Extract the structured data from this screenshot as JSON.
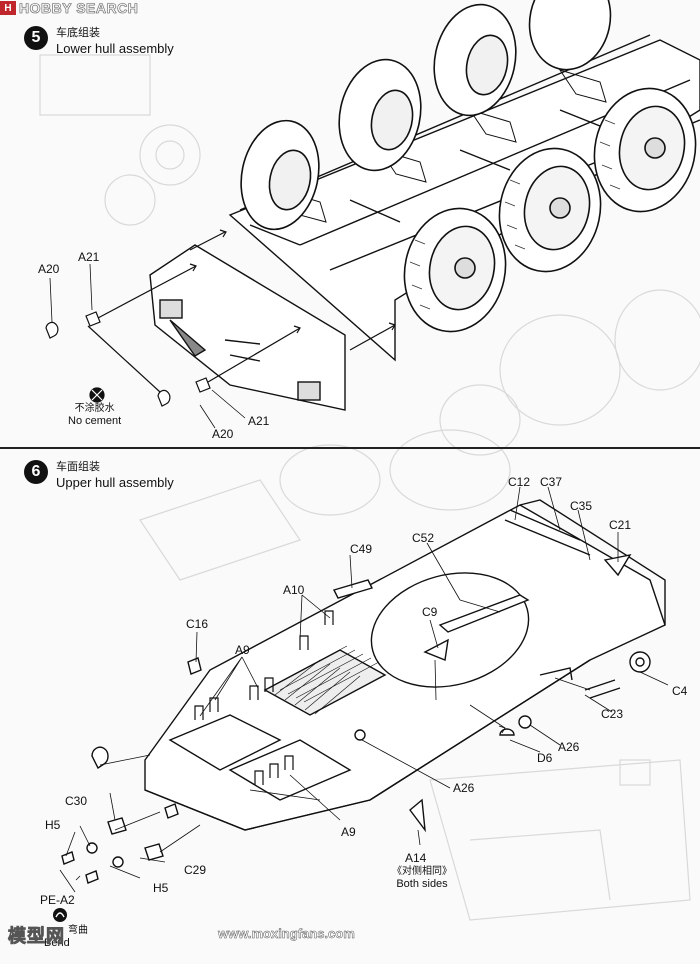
{
  "watermark": {
    "logo_letter": "H",
    "logo_text": "HOBBY SEARCH",
    "bottom_text": "模型网",
    "bottom_url": "www.moxingfans.com"
  },
  "step5": {
    "number": "5",
    "title_zh": "车底组装",
    "title_en": "Lower hull assembly",
    "labels": {
      "a20_top": "A20",
      "a21_top": "A21",
      "a20_bottom": "A20",
      "a21_bottom": "A21"
    },
    "no_cement_zh": "不涂胶水",
    "no_cement_en": "No cement"
  },
  "step6": {
    "number": "6",
    "title_zh": "车面组装",
    "title_en": "Upper hull assembly",
    "labels": {
      "c12": "C12",
      "c37": "C37",
      "c35": "C35",
      "c21": "C21",
      "c52": "C52",
      "c49": "C49",
      "a10": "A10",
      "c9": "C9",
      "c16": "C16",
      "a9_top": "A9",
      "c4": "C4",
      "c23": "C23",
      "a26_right": "A26",
      "d6": "D6",
      "a26_left": "A26",
      "c30": "C30",
      "a9_bottom": "A9",
      "h5_left": "H5",
      "c29": "C29",
      "h5_bottom": "H5",
      "a14": "A14",
      "pe_a2": "PE-A2"
    },
    "both_sides_zh": "《对侧相同》",
    "both_sides_en": "Both sides",
    "bend_zh": "弯曲",
    "bend_en": "Bend"
  }
}
